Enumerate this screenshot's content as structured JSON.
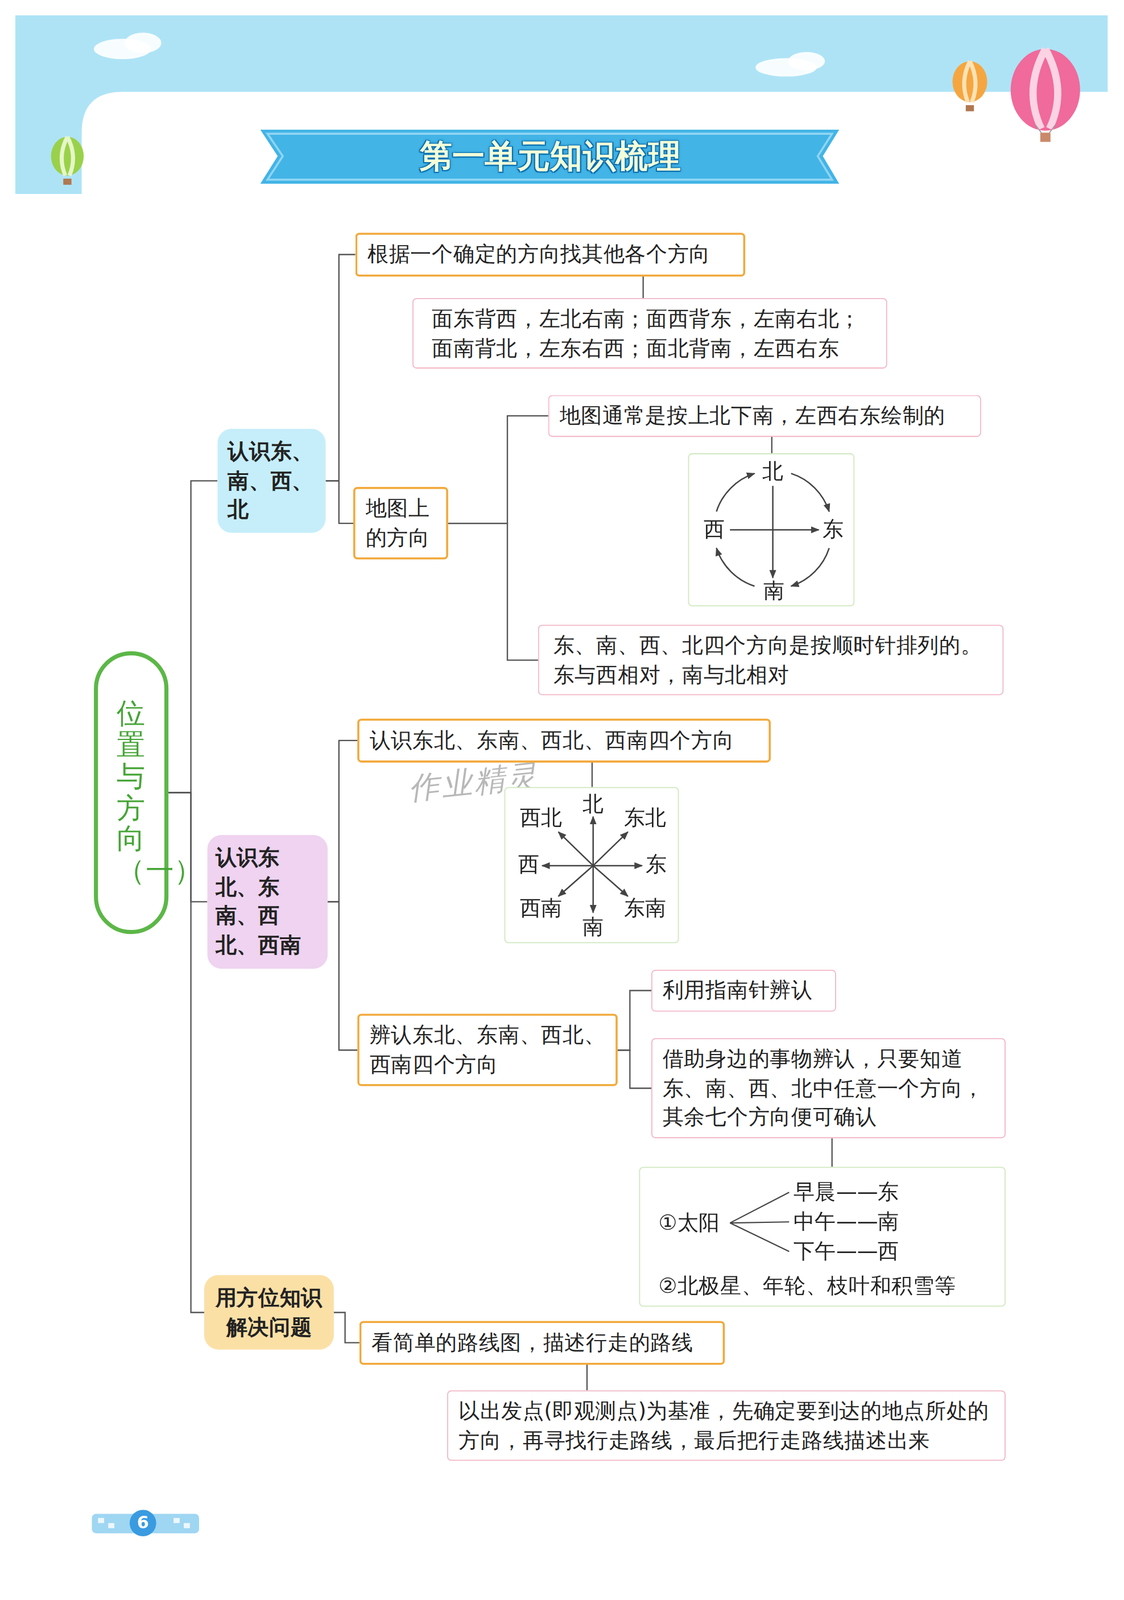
{
  "diagram": {
    "title": "第一单元知识梳理",
    "nodes": [
      {
        "text": [
          "位置与方向（一）"
        ]
      },
      {
        "text": [
          "认识东、南、西、北"
        ]
      },
      {
        "text": [
          "根据一个确定的方向找其他各个方向"
        ]
      },
      {
        "text": [
          "面东背西，左北右南；面西背东，左南右北；面南背北，左东右西；面北背南，左西右东"
        ]
      },
      {
        "text": [
          "地图上的方向"
        ]
      },
      {
        "text": [
          "地图通常是按上北下南，左西右东绘制的"
        ]
      },
      {
        "text": [
          "北",
          "西",
          "东",
          "南"
        ]
      },
      {
        "text": [
          "东、南、西、北四个方向是按顺时针排列的。东与西相对，南与北相对"
        ]
      },
      {
        "text": [
          "认识东北、东南、西北、西南"
        ]
      },
      {
        "text": [
          "认识东北、东南、西北、西南四个方向"
        ]
      },
      {
        "text": [
          "西北",
          "北",
          "东北",
          "西",
          "东",
          "西南",
          "南",
          "东南"
        ]
      },
      {
        "text": [
          "辨认东北、东南、西北、西南四个方向"
        ]
      },
      {
        "text": [
          "利用指南针辨认"
        ]
      },
      {
        "text": [
          "借助身边的事物辨认，只要知道东、南、西、北中任意一个方向，其余七个方向便可确认"
        ]
      },
      {
        "text": [
          "①太阳",
          "早晨——东",
          "中午——南",
          "下午——西",
          "②北极星、年轮、枝叶和积雪等"
        ]
      },
      {
        "text": [
          "用方位知识解决问题"
        ]
      },
      {
        "text": [
          "看简单的路线图，描述行走的路线"
        ]
      },
      {
        "text": [
          "以出发点(即观测点)为基准，先确定要到达的地点所处的方向，再寻找行走路线，最后把行走路线描述出来"
        ]
      }
    ],
    "edges": [
      {
        "from": 0,
        "to": 1,
        "arrow": "none"
      },
      {
        "from": 0,
        "to": 8,
        "arrow": "none"
      },
      {
        "from": 0,
        "to": 15,
        "arrow": "none"
      },
      {
        "from": 1,
        "to": 2,
        "arrow": "none"
      },
      {
        "from": 1,
        "to": 4,
        "arrow": "none"
      },
      {
        "from": 2,
        "to": 3,
        "arrow": "none"
      },
      {
        "from": 4,
        "to": 5,
        "arrow": "none"
      },
      {
        "from": 4,
        "to": 7,
        "arrow": "none"
      },
      {
        "from": 5,
        "to": 6,
        "arrow": "none"
      },
      {
        "from": 8,
        "to": 9,
        "arrow": "none"
      },
      {
        "from": 8,
        "to": 11,
        "arrow": "none"
      },
      {
        "from": 9,
        "to": 10,
        "arrow": "none"
      },
      {
        "from": 11,
        "to": 12,
        "arrow": "none"
      },
      {
        "from": 11,
        "to": 13,
        "arrow": "none"
      },
      {
        "from": 13,
        "to": 14,
        "arrow": "none"
      },
      {
        "from": 15,
        "to": 16,
        "arrow": "none"
      },
      {
        "from": 16,
        "to": 17,
        "arrow": "none"
      }
    ],
    "labels": [
      "作业精灵",
      "6"
    ]
  }
}
